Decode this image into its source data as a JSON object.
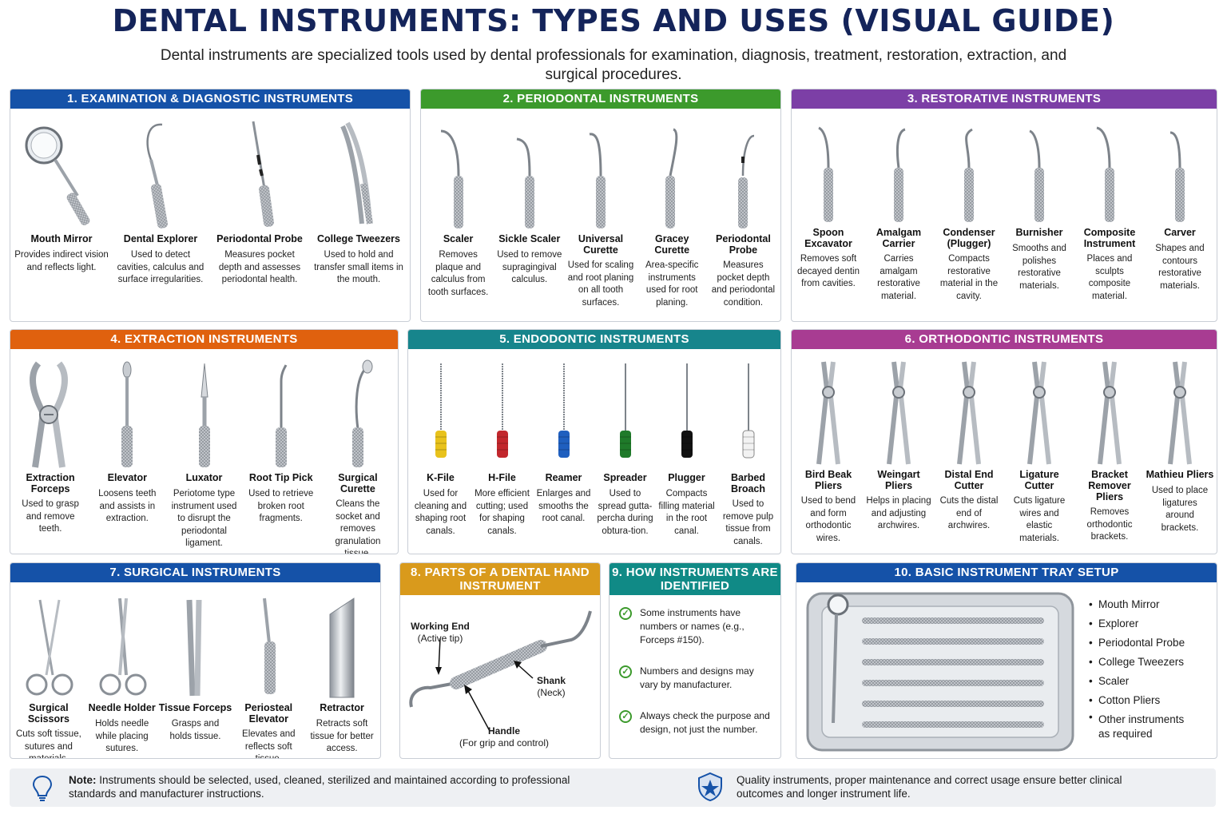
{
  "title": "DENTAL INSTRUMENTS: TYPES AND USES (VISUAL GUIDE)",
  "subtitle": "Dental instruments are specialized tools used by dental professionals for examination, diagnosis, treatment, restoration, extraction, and surgical procedures.",
  "sections": {
    "exam": {
      "header": "1. EXAMINATION & DIAGNOSTIC INSTRUMENTS",
      "items": [
        {
          "name": "Mouth Mirror",
          "desc": "Provides indirect vision and reflects light."
        },
        {
          "name": "Dental Explorer",
          "desc": "Used to detect cavities, calculus and surface irregularities."
        },
        {
          "name": "Periodontal Probe",
          "desc": "Measures pocket depth and assesses periodontal health."
        },
        {
          "name": "College Tweezers",
          "desc": "Used to hold and transfer small items in the mouth."
        }
      ]
    },
    "perio": {
      "header": "2. PERIODONTAL INSTRUMENTS",
      "items": [
        {
          "name": "Scaler",
          "desc": "Removes plaque and calculus from tooth surfaces."
        },
        {
          "name": "Sickle Scaler",
          "desc": "Used to remove supragingival calculus."
        },
        {
          "name": "Universal Curette",
          "desc": "Used for scaling and root planing on all tooth surfaces."
        },
        {
          "name": "Gracey Curette",
          "desc": "Area-specific instruments used for root planing."
        },
        {
          "name": "Periodontal Probe",
          "desc": "Measures pocket depth and periodontal condition."
        }
      ]
    },
    "resto": {
      "header": "3. RESTORATIVE INSTRUMENTS",
      "items": [
        {
          "name": "Spoon Excavator",
          "desc": "Removes soft decayed dentin from cavities."
        },
        {
          "name": "Amalgam Carrier",
          "desc": "Carries amalgam restorative material."
        },
        {
          "name": "Condenser (Plugger)",
          "desc": "Compacts restorative material in the cavity."
        },
        {
          "name": "Burnisher",
          "desc": "Smooths and polishes restorative materials."
        },
        {
          "name": "Composite Instrument",
          "desc": "Places and sculpts composite material."
        },
        {
          "name": "Carver",
          "desc": "Shapes and contours restorative materials."
        }
      ]
    },
    "extract": {
      "header": "4. EXTRACTION INSTRUMENTS",
      "items": [
        {
          "name": "Extraction Forceps",
          "desc": "Used to grasp and remove teeth."
        },
        {
          "name": "Elevator",
          "desc": "Loosens teeth and assists in extraction."
        },
        {
          "name": "Luxator",
          "desc": "Periotome type instrument used to disrupt the periodontal ligament."
        },
        {
          "name": "Root Tip Pick",
          "desc": "Used to retrieve broken root fragments."
        },
        {
          "name": "Surgical Curette",
          "desc": "Cleans the socket and removes granulation tissue."
        }
      ]
    },
    "endo": {
      "header": "5. ENDODONTIC INSTRUMENTS",
      "items": [
        {
          "name": "K-File",
          "desc": "Used for cleaning and shaping root canals."
        },
        {
          "name": "H-File",
          "desc": "More efficient cutting; used for shaping canals."
        },
        {
          "name": "Reamer",
          "desc": "Enlarges and smooths the root canal."
        },
        {
          "name": "Spreader",
          "desc": "Used to spread gutta-percha during obtura-tion."
        },
        {
          "name": "Plugger",
          "desc": "Compacts filling material in the root canal."
        },
        {
          "name": "Barbed Broach",
          "desc": "Used to remove pulp tissue from canals."
        }
      ],
      "handle_colors": [
        "#e8c21c",
        "#c2272d",
        "#1f5fbf",
        "#1f7a2a",
        "#111111",
        "#f2f2f2"
      ]
    },
    "ortho": {
      "header": "6. ORTHODONTIC INSTRUMENTS",
      "items": [
        {
          "name": "Bird Beak Pliers",
          "desc": "Used to bend and form orthodontic wires."
        },
        {
          "name": "Weingart Pliers",
          "desc": "Helps in placing and adjusting archwires."
        },
        {
          "name": "Distal End Cutter",
          "desc": "Cuts the distal end of archwires."
        },
        {
          "name": "Ligature Cutter",
          "desc": "Cuts ligature wires and elastic materials."
        },
        {
          "name": "Bracket Remover Pliers",
          "desc": "Removes orthodontic brackets."
        },
        {
          "name": "Mathieu Pliers",
          "desc": "Used to place ligatures around brackets."
        }
      ]
    },
    "surgical": {
      "header": "7. SURGICAL INSTRUMENTS",
      "items": [
        {
          "name": "Surgical Scissors",
          "desc": "Cuts soft tissue, sutures and materials."
        },
        {
          "name": "Needle Holder",
          "desc": "Holds needle while placing sutures."
        },
        {
          "name": "Tissue Forceps",
          "desc": "Grasps and holds tissue."
        },
        {
          "name": "Periosteal Elevator",
          "desc": "Elevates and reflects soft tissue."
        },
        {
          "name": "Retractor",
          "desc": "Retracts soft tissue for better access."
        }
      ]
    },
    "parts": {
      "header": "8. PARTS OF A DENTAL HAND INSTRUMENT",
      "working_end": "Working End",
      "working_end_sub": "(Active tip)",
      "shank": "Shank",
      "shank_sub": "(Neck)",
      "handle": "Handle",
      "handle_sub": "(For grip and control)"
    },
    "identified": {
      "header": "9. HOW INSTRUMENTS ARE IDENTIFIED",
      "points": [
        "Some instruments have numbers or names (e.g., Forceps #150).",
        "Numbers and designs may vary by manufacturer.",
        "Always check the purpose and design, not just the number."
      ]
    },
    "tray": {
      "header": "10. BASIC INSTRUMENT TRAY SETUP",
      "list": [
        "Mouth Mirror",
        "Explorer",
        "Periodontal Probe",
        "College Tweezers",
        "Scaler",
        "Cotton Pliers",
        "Other instruments as required"
      ]
    }
  },
  "footer": {
    "note_label": "Note:",
    "note_text": "Instruments should be selected, used, cleaned, sterilized and maintained according to professional standards and manufacturer instructions.",
    "quality_text": "Quality instruments, proper maintenance and correct usage ensure better clinical outcomes and longer instrument life."
  }
}
